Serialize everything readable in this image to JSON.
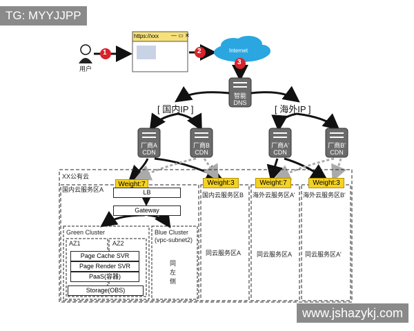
{
  "watermark_top": "TG: MYYJJPP",
  "watermark_bottom": "www.jshazykj.com",
  "user_label": "用户",
  "steps": [
    "1",
    "2",
    "3"
  ],
  "browser_url": "https://xxx",
  "internet_label": "Internet",
  "dns": {
    "line1": "智能",
    "line2": "DNS"
  },
  "domestic_ip": "[ 国内IP ]",
  "overseas_ip": "[ 海外IP ]",
  "cdns": [
    {
      "line1": "厂商A",
      "line2": "CDN"
    },
    {
      "line1": "厂商B",
      "line2": "CDN"
    },
    {
      "line1": "厂商A'",
      "line2": "CDN"
    },
    {
      "line1": "厂商B'",
      "line2": "CDN"
    }
  ],
  "cloud_label": "XX公有云",
  "weights": [
    "Weight:7",
    "Weight:3",
    "Weight:7",
    "Weight:3"
  ],
  "zones": [
    "国内云服务区A",
    "国内云服务区B",
    "海外云服务区A'",
    "海外云服务区B'"
  ],
  "lb": "LB",
  "gateway": "Gateway",
  "green_cluster": "Green Cluster",
  "az1": "AZ1",
  "az2": "AZ2",
  "page_cache": "Page Cache SVR",
  "page_render": "Page Render SVR",
  "paas": "PaaS(容器)",
  "storage": "Storage(OBS)",
  "blue_cluster": "Blue Cluster",
  "blue_subnet": "(vpc-subnet2)",
  "blue_same": [
    "同",
    "左",
    "侧"
  ],
  "same_zones": [
    "同云服务区A",
    "同云服务区A",
    "同云服务区A'"
  ]
}
